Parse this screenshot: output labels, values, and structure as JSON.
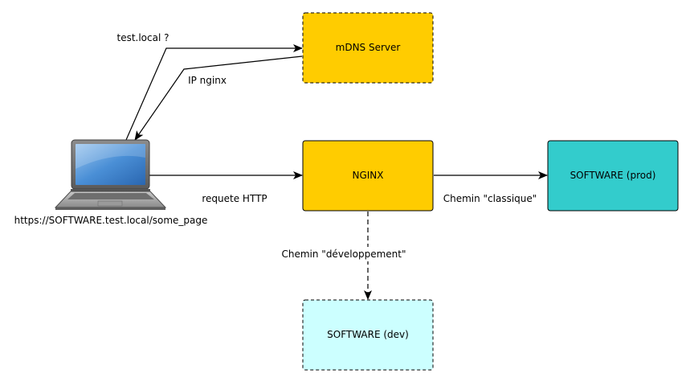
{
  "colors": {
    "orange_node": "#FFCC00",
    "orange_border": "#B09500",
    "teal_node": "#33CCCC",
    "teal_border": "#1F7A7A",
    "light_cyan_node": "#CCFFFF",
    "edge": "#000000"
  },
  "nodes": {
    "laptop": {
      "icon": "laptop-icon",
      "caption": "https://SOFTWARE.test.local/some_page"
    },
    "mdns": {
      "label": "mDNS Server",
      "border_style": "dashed"
    },
    "nginx": {
      "label": "NGINX",
      "border_style": "solid"
    },
    "prod": {
      "label": "SOFTWARE (prod)",
      "border_style": "solid"
    },
    "dev": {
      "label": "SOFTWARE (dev)",
      "border_style": "dashed"
    }
  },
  "edges": {
    "query": {
      "label": "test.local ?",
      "from": "laptop",
      "to": "mdns"
    },
    "reply": {
      "label": "IP nginx",
      "from": "mdns",
      "to": "laptop"
    },
    "http": {
      "label": "requete HTTP",
      "from": "laptop",
      "to": "nginx"
    },
    "classic": {
      "label": "Chemin \"classique\"",
      "from": "nginx",
      "to": "prod"
    },
    "dev_path": {
      "label": "Chemin \"développement\"",
      "from": "nginx",
      "to": "dev",
      "style": "dashed"
    }
  }
}
